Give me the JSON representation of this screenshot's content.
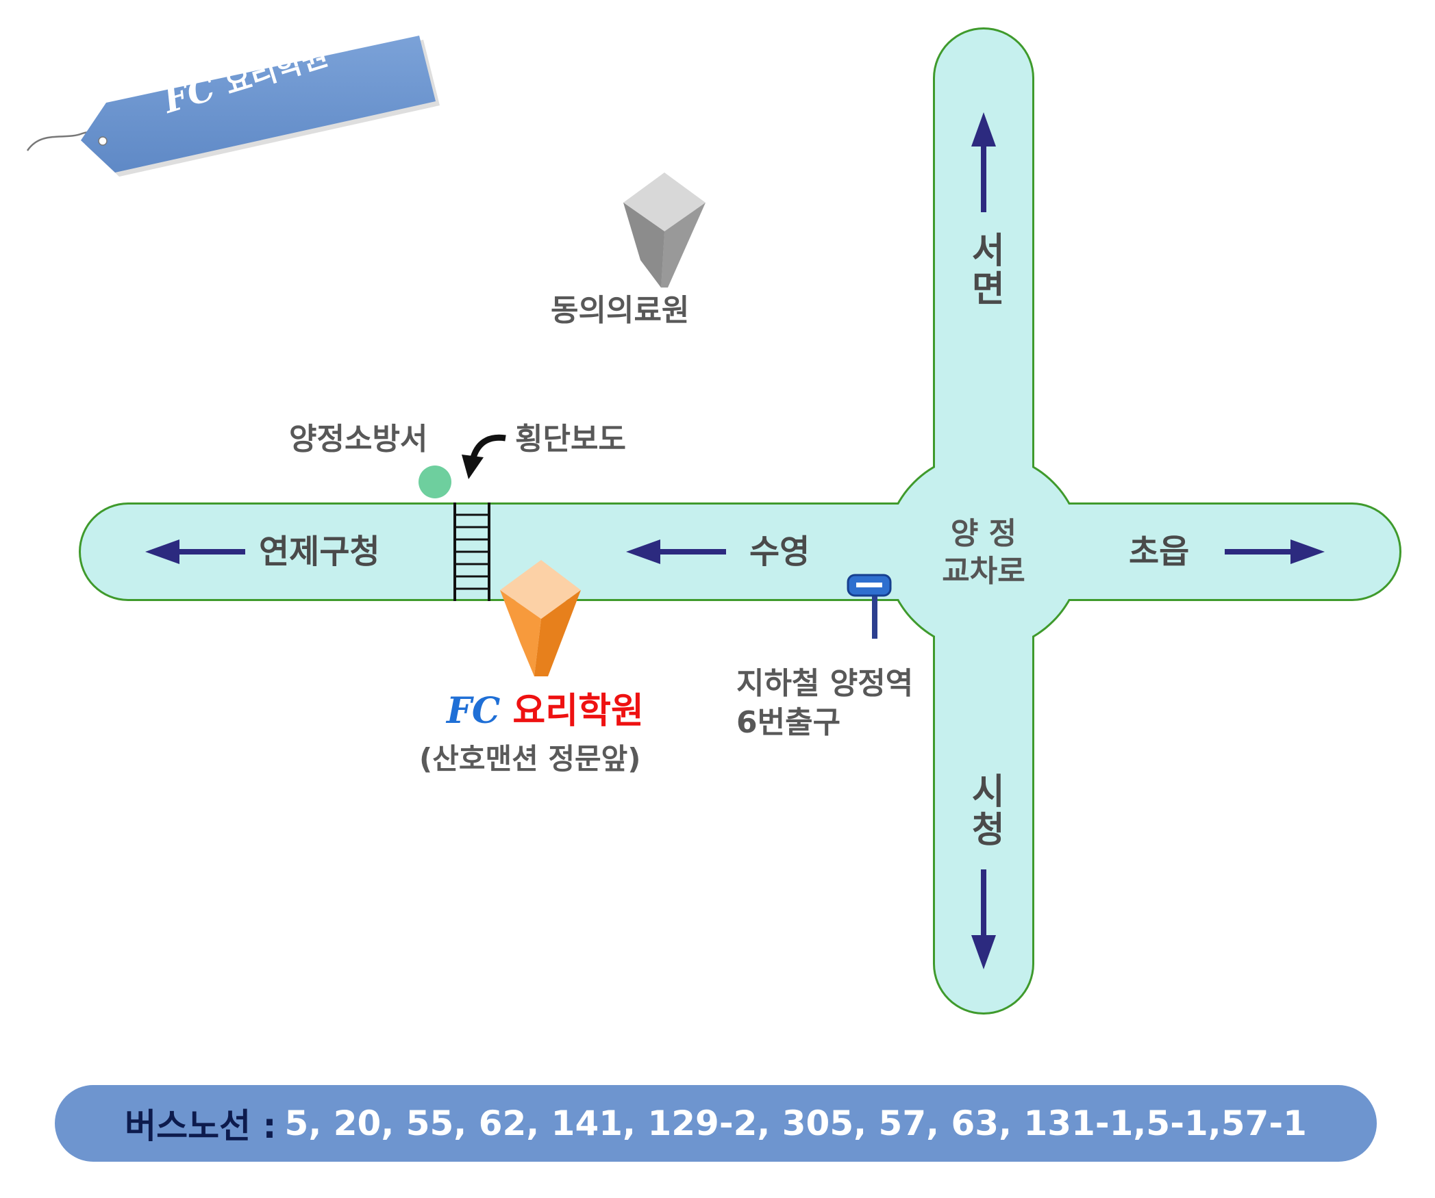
{
  "tag": {
    "fc": "FC",
    "name": "요리학원"
  },
  "landmarks": {
    "clinic": "동의의료원",
    "fire_station": "양정소방서",
    "crosswalk": "횡단보도",
    "subway": [
      "지하철 양정역",
      "6번출구"
    ]
  },
  "directions": {
    "west": "연제구청",
    "suyeong": "수영",
    "east": "초읍",
    "north": "서면",
    "south": "시청"
  },
  "intersection": {
    "line1": "양 정",
    "line2": "교차로"
  },
  "academy": {
    "fc": "FC",
    "name": "요리학원",
    "sub": "(산호맨션 정문앞)"
  },
  "bus": {
    "label": "버스노선 :",
    "routes": "5, 20, 55, 62, 141, 129-2, 305, 57, 63, 131-1,5-1,57-1"
  },
  "colors": {
    "road_fill": "#c6f0ee",
    "road_outline": "#3f9a2c",
    "arrow": "#2c2a7f",
    "tag_fill": "#6a95d0",
    "bus_bar": "#6e95cf",
    "academy_building": "#f79a3c",
    "clinic_building": "#999999",
    "fire_station_dot": "#6ecf9e"
  }
}
